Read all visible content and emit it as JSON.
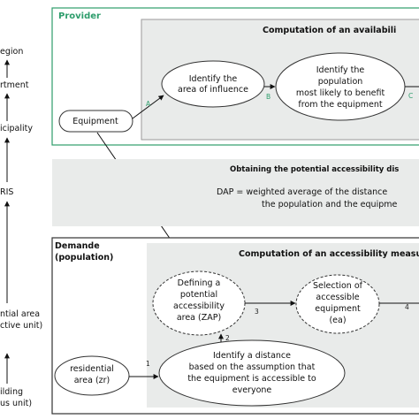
{
  "left_scale": [
    "egion",
    "rtment",
    "icipality",
    "RIS",
    "ntial area",
    "ctive unit)",
    "ilding",
    "us unit)"
  ],
  "provider": {
    "title": "Provider",
    "computation_title": "Computation of an availabili",
    "equipment": "Equipment",
    "identify_area": [
      "Identify the",
      "area of influence"
    ],
    "identify_population": [
      "Identify the",
      "population",
      "most likely to benefit",
      "from the equipment"
    ],
    "edge_a": "A",
    "edge_b": "B",
    "edge_c": "C"
  },
  "middle": {
    "title": "Obtaining the potential accessibility dis",
    "dap_line1": "DAP = weighted average of the distance",
    "dap_line2": "the population and the equipme"
  },
  "demand": {
    "title_line1": "Demande",
    "title_line2": "(population)",
    "computation_title": "Computation of an accessibility measu",
    "defining": [
      "Defining a",
      "potential",
      "accessibility",
      "area (ZAP)"
    ],
    "selection": [
      "Selection of",
      "accessible",
      "equipment",
      "(ea)"
    ],
    "residential": [
      "residential",
      "area (zr)"
    ],
    "identify_distance": [
      "Identify a distance",
      "based on the assumption that",
      "the equipment is accessible to",
      "everyone"
    ],
    "edge_1": "1",
    "edge_2": "2",
    "edge_3": "3",
    "edge_4": "4"
  },
  "colors": {
    "green_border": "#2e9d6c",
    "gray_panel": "#e9ebea",
    "gray_border": "#9a9a9a",
    "dark_border": "#333333"
  }
}
